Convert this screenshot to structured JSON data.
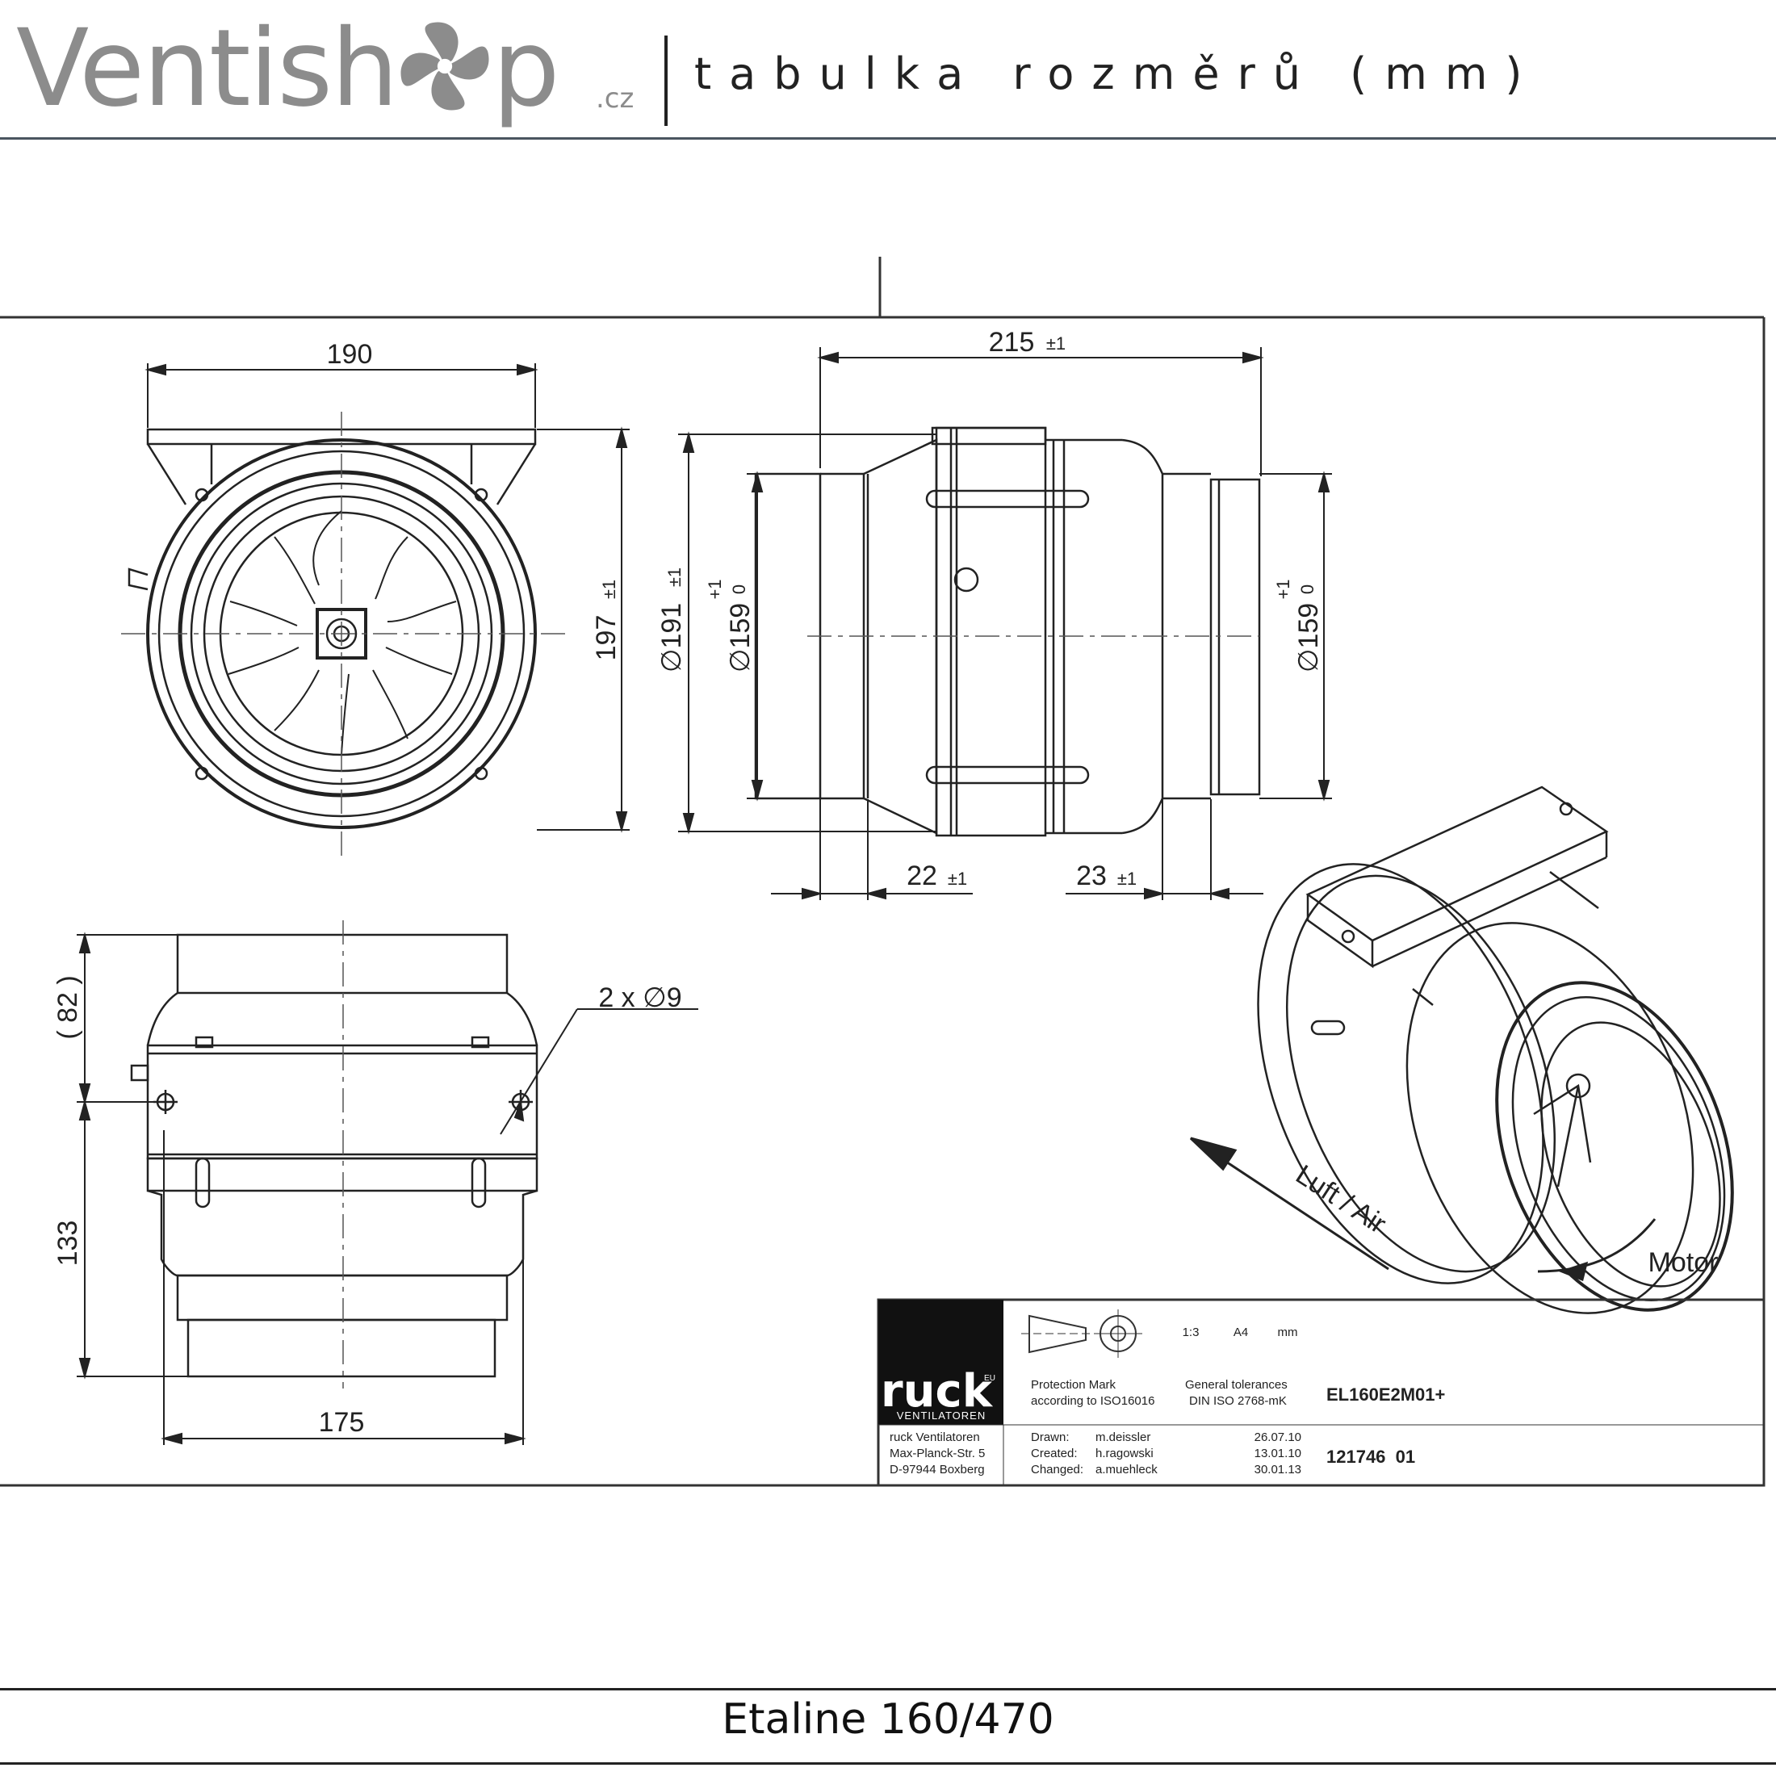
{
  "header": {
    "logo_text_a": "Ventish",
    "logo_text_b": "p",
    "logo_tld": ".cz",
    "title": "tabulka rozměrů (mm)"
  },
  "dimensions": {
    "front_width": "190",
    "front_height": "197",
    "front_height_tol": "±1",
    "side_length": "215",
    "side_length_tol": "±1",
    "outer_diameter": "∅191",
    "outer_diameter_tol": "±1",
    "spigot_diameter_left": "∅159",
    "spigot_diameter_right": "∅159",
    "spigot_tol_upper": "+1",
    "spigot_tol_lower": "0",
    "spigot_left_len": "22",
    "spigot_left_tol": "±1",
    "spigot_right_len": "23",
    "spigot_right_tol": "±1",
    "top_height_82": "( 82 )",
    "top_height_133": "133",
    "top_width_175": "175",
    "holes": "2 x ∅9"
  },
  "iso_view": {
    "airflow_label": "Luft / Air",
    "motor_label": "Motor"
  },
  "title_block": {
    "brand": "ruck",
    "brand_sup": "EU",
    "brand_sub": "VENTILATOREN",
    "scale": "1:3",
    "paper": "A4",
    "unit": "mm",
    "protection_1": "Protection Mark",
    "protection_2": "according to ISO16016",
    "tolerance_1": "General tolerances",
    "tolerance_2": "DIN ISO 2768-mK",
    "part_number": "EL160E2M01+",
    "address_1": "ruck Ventilatoren",
    "address_2": "Max-Planck-Str. 5",
    "address_3": "D-97944 Boxberg",
    "drawn_label": "Drawn:",
    "drawn_by": "m.deissler",
    "drawn_date": "26.07.10",
    "created_label": "Created:",
    "created_by": "h.ragowski",
    "created_date": "13.01.10",
    "changed_label": "Changed:",
    "changed_by": "a.muehleck",
    "changed_date": "30.01.13",
    "drawing_number": "121746  01"
  },
  "footer": {
    "product": "Etaline 160/470"
  }
}
